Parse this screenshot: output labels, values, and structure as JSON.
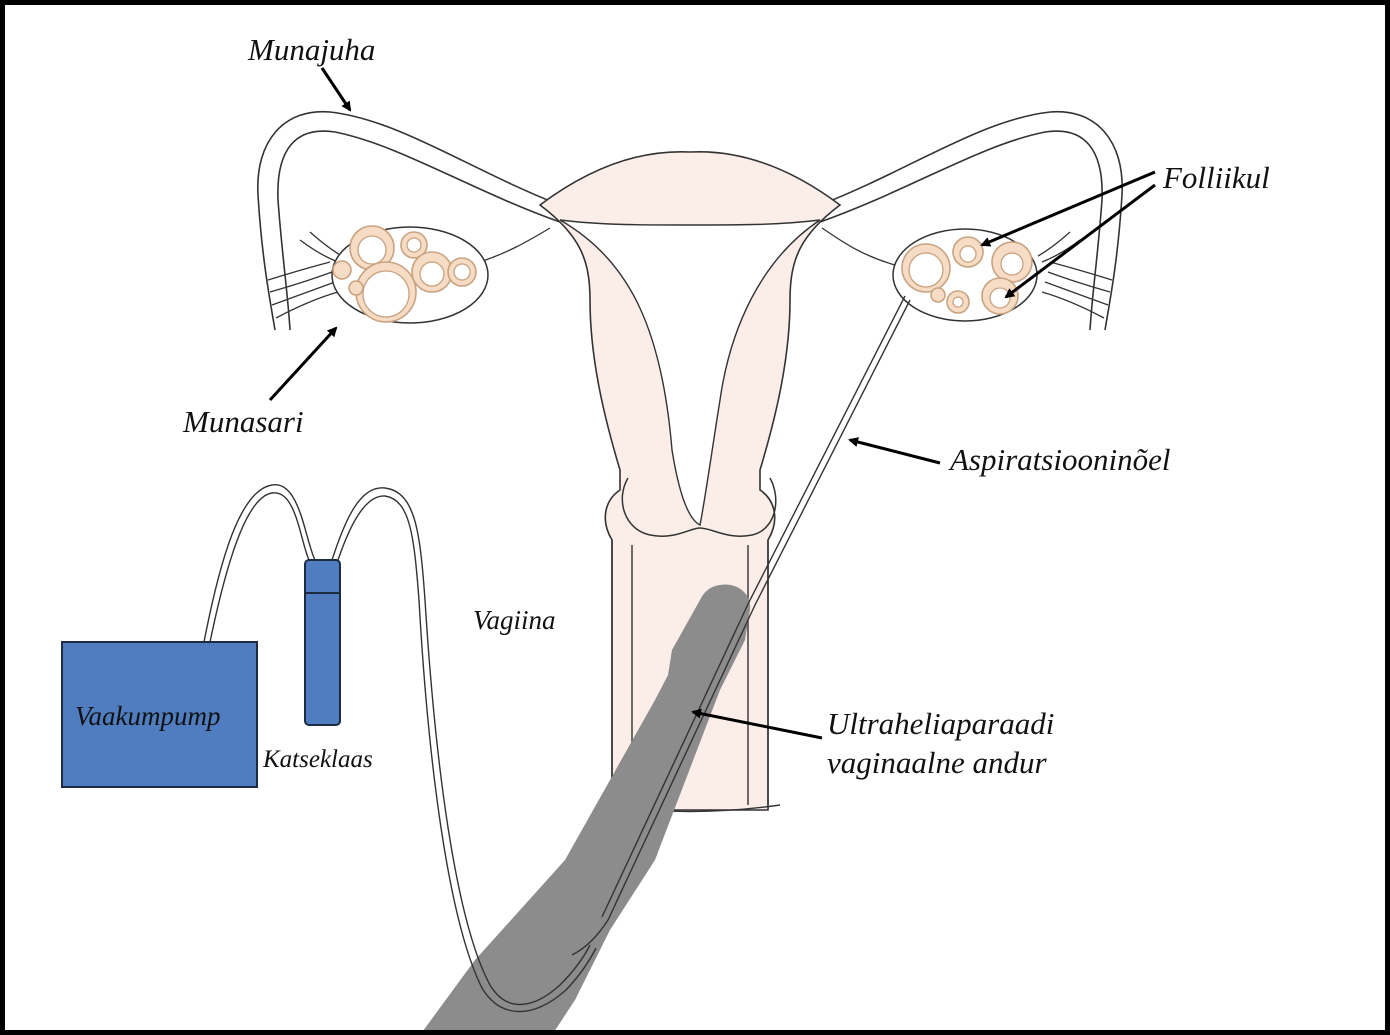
{
  "labels": {
    "munajuha": "Munajuha",
    "folliikul": "Folliikul",
    "munasari": "Munasari",
    "aspiratsiooninoel": "Aspiratsiooninõel",
    "vagiina": "Vagiina",
    "vaakumpump": "Vaakumpump",
    "katseklaas": "Katseklaas",
    "andur_line1": "Ultraheliaparaadi",
    "andur_line2": "vaginaalne andur"
  },
  "colors": {
    "uterus_fill": "#fbeee9",
    "ovary_fill": "#f6dcc4",
    "ovary_stroke": "#d9b38f",
    "probe": "#8c8c8c",
    "device_blue": "#4f7dc0",
    "device_stroke": "#1d2a44"
  }
}
